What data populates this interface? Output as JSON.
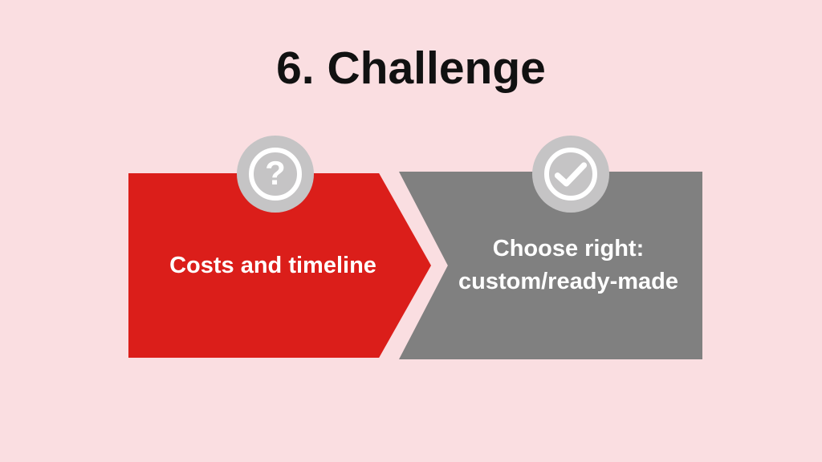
{
  "slide": {
    "title": "6. Challenge",
    "steps": [
      {
        "label": "Costs and timeline",
        "icon": "question-mark-icon",
        "icon_glyph": "?",
        "fill_color": "#db1e1a",
        "badge_color": "#c5c4c5",
        "icon_color": "#ffffff",
        "text_color": "#ffffff"
      },
      {
        "label": "Choose right: custom/ready-made",
        "label_lines": [
          "Choose right:",
          "custom/ready-made"
        ],
        "icon": "check-icon",
        "fill_color": "#808080",
        "badge_color": "#c5c4c5",
        "icon_color": "#ffffff",
        "text_color": "#ffffff"
      }
    ],
    "colors": {
      "background": "#fadee1",
      "title": "#111111"
    }
  }
}
